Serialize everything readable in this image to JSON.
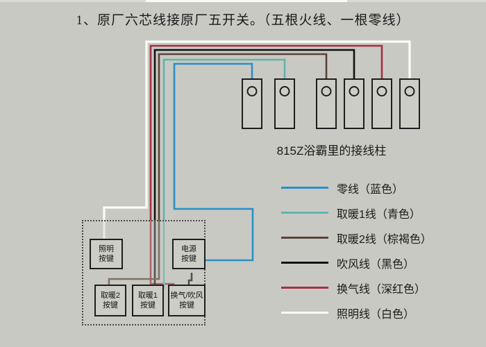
{
  "title": "1、原厂六芯线接原厂五开关。（五根火线、一根零线）",
  "colors": {
    "background": "#c9c9c4",
    "blue": "#2b8fc4",
    "cyan": "#5fb5ab",
    "brown": "#5a4436",
    "black": "#111111",
    "darkred": "#a33142",
    "white": "#fbfbf8",
    "outline": "#1d1d1d"
  },
  "terminals": {
    "caption": "815Z浴霸里的接线柱",
    "posts": [
      {
        "name": "terminal-post-neutral",
        "wire": "blue"
      },
      {
        "name": "terminal-post-heat1",
        "wire": "cyan"
      },
      {
        "name": "terminal-post-heat2",
        "wire": "brown"
      },
      {
        "name": "terminal-post-blower",
        "wire": "black"
      },
      {
        "name": "terminal-post-vent",
        "wire": "darkred"
      },
      {
        "name": "terminal-post-light",
        "wire": "white"
      }
    ]
  },
  "switch_panel": {
    "buttons": [
      {
        "name": "switch-button-lighting",
        "line1": "照明",
        "line2": "按键"
      },
      {
        "name": "switch-button-power",
        "line1": "电源",
        "line2": "按键"
      },
      {
        "name": "switch-button-heat2",
        "line1": "取暖2",
        "line2": "按键"
      },
      {
        "name": "switch-button-heat1",
        "line1": "取暖1",
        "line2": "按键"
      },
      {
        "name": "switch-button-vent-blower",
        "line1": "换气/吹风",
        "line2": "按键"
      }
    ]
  },
  "legend": {
    "items": [
      {
        "name": "legend-item-neutral",
        "label": "零线（蓝色）",
        "color": "#2b8fc4"
      },
      {
        "name": "legend-item-heat1",
        "label": "取暖1线（青色）",
        "color": "#5fb5ab"
      },
      {
        "name": "legend-item-heat2",
        "label": "取暖2线（棕褐色）",
        "color": "#5a4436"
      },
      {
        "name": "legend-item-blower",
        "label": "吹风线（黑色）",
        "color": "#111111"
      },
      {
        "name": "legend-item-vent",
        "label": "换气线（深红色）",
        "color": "#a33142"
      },
      {
        "name": "legend-item-lighting",
        "label": "照明线（白色）",
        "color": "#fbfbf8"
      }
    ]
  }
}
